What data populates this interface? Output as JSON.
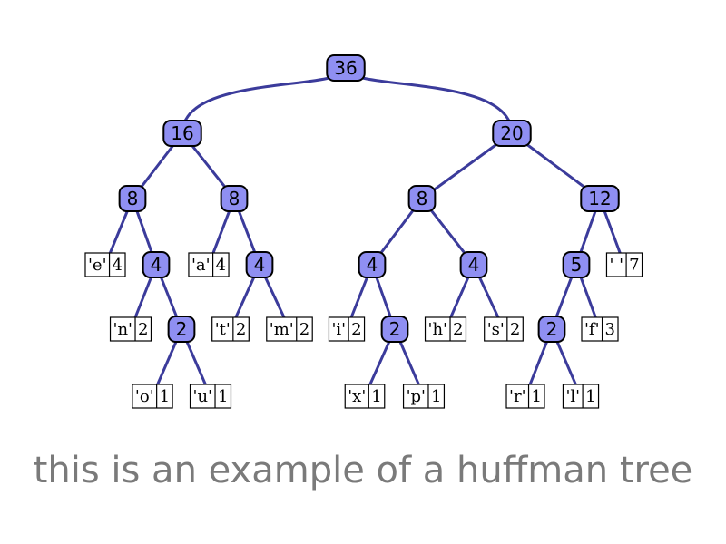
{
  "caption": "this is an example of a huffman tree",
  "colors": {
    "node_fill": "#8f8ff2",
    "edge": "#3b3b9b",
    "caption": "#7a7a7a"
  },
  "nodes": [
    {
      "id": "n36",
      "weight": "36"
    },
    {
      "id": "n16",
      "weight": "16",
      "parent": "n36"
    },
    {
      "id": "n20",
      "weight": "20",
      "parent": "n36"
    },
    {
      "id": "n8a",
      "weight": "8",
      "parent": "n16"
    },
    {
      "id": "n8b",
      "weight": "8",
      "parent": "n16"
    },
    {
      "id": "n8c",
      "weight": "8",
      "parent": "n20"
    },
    {
      "id": "n12",
      "weight": "12",
      "parent": "n20"
    },
    {
      "id": "le",
      "symbol": "'e'",
      "weight": "4",
      "parent": "n8a"
    },
    {
      "id": "n4a",
      "weight": "4",
      "parent": "n8a"
    },
    {
      "id": "la",
      "symbol": "'a'",
      "weight": "4",
      "parent": "n8b"
    },
    {
      "id": "n4b",
      "weight": "4",
      "parent": "n8b"
    },
    {
      "id": "n4c",
      "weight": "4",
      "parent": "n8c"
    },
    {
      "id": "n4d",
      "weight": "4",
      "parent": "n8c"
    },
    {
      "id": "n5",
      "weight": "5",
      "parent": "n12"
    },
    {
      "id": "lsp",
      "symbol": "' '",
      "weight": "7",
      "parent": "n12"
    },
    {
      "id": "ln",
      "symbol": "'n'",
      "weight": "2",
      "parent": "n4a"
    },
    {
      "id": "n2a",
      "weight": "2",
      "parent": "n4a"
    },
    {
      "id": "lt",
      "symbol": "'t'",
      "weight": "2",
      "parent": "n4b"
    },
    {
      "id": "lm",
      "symbol": "'m'",
      "weight": "2",
      "parent": "n4b"
    },
    {
      "id": "li",
      "symbol": "'i'",
      "weight": "2",
      "parent": "n4c"
    },
    {
      "id": "n2b",
      "weight": "2",
      "parent": "n4c"
    },
    {
      "id": "lh",
      "symbol": "'h'",
      "weight": "2",
      "parent": "n4d"
    },
    {
      "id": "ls",
      "symbol": "'s'",
      "weight": "2",
      "parent": "n4d"
    },
    {
      "id": "n2c",
      "weight": "2",
      "parent": "n5"
    },
    {
      "id": "lf",
      "symbol": "'f'",
      "weight": "3",
      "parent": "n5"
    },
    {
      "id": "lo",
      "symbol": "'o'",
      "weight": "1",
      "parent": "n2a"
    },
    {
      "id": "lu",
      "symbol": "'u'",
      "weight": "1",
      "parent": "n2a"
    },
    {
      "id": "lx",
      "symbol": "'x'",
      "weight": "1",
      "parent": "n2b"
    },
    {
      "id": "lp",
      "symbol": "'p'",
      "weight": "1",
      "parent": "n2b"
    },
    {
      "id": "lr",
      "symbol": "'r'",
      "weight": "1",
      "parent": "n2c"
    },
    {
      "id": "ll",
      "symbol": "'l'",
      "weight": "1",
      "parent": "n2c"
    }
  ]
}
